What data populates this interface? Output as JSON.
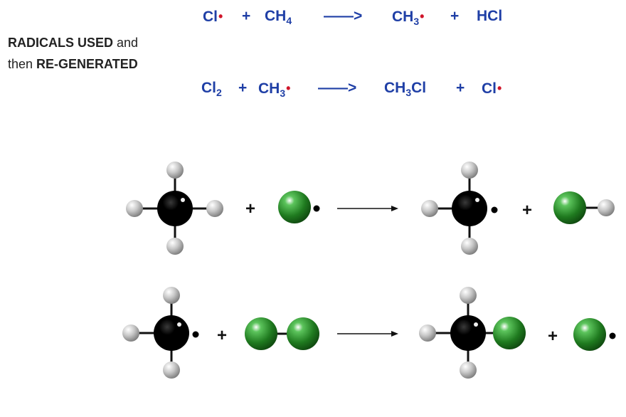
{
  "caption": {
    "line1_bold": "RADICALS USED",
    "line1_rest": " and",
    "line2_plain": "then ",
    "line2_bold": "RE-GENERATED"
  },
  "equations": [
    {
      "lhs1": "Cl",
      "lhs1_radical": "•",
      "plus1": "+",
      "lhs2": "CH",
      "lhs2_sub": "4",
      "arrow": "——>",
      "rhs1": "CH",
      "rhs1_sub": "3",
      "rhs1_radical": "•",
      "plus2": "+",
      "rhs2": "HCl"
    },
    {
      "lhs1": "Cl",
      "lhs1_sub": "2",
      "plus1": "+",
      "lhs2": "CH",
      "lhs2_sub": "3",
      "lhs2_radical": "•",
      "arrow": "——>",
      "rhs1": "CH",
      "rhs1_sub": "3",
      "rhs1_tail": "Cl",
      "plus2": "+",
      "rhs2": "Cl",
      "rhs2_radical": "•"
    }
  ],
  "molecule_diagram": {
    "plus_sign": "+",
    "radical_dot": "•",
    "colors": {
      "carbon": "#000000",
      "hydrogen": "#bcbcbc",
      "chlorine": "#1f7a1f",
      "text": "#1f3fa6",
      "radical": "#d0152a"
    }
  }
}
